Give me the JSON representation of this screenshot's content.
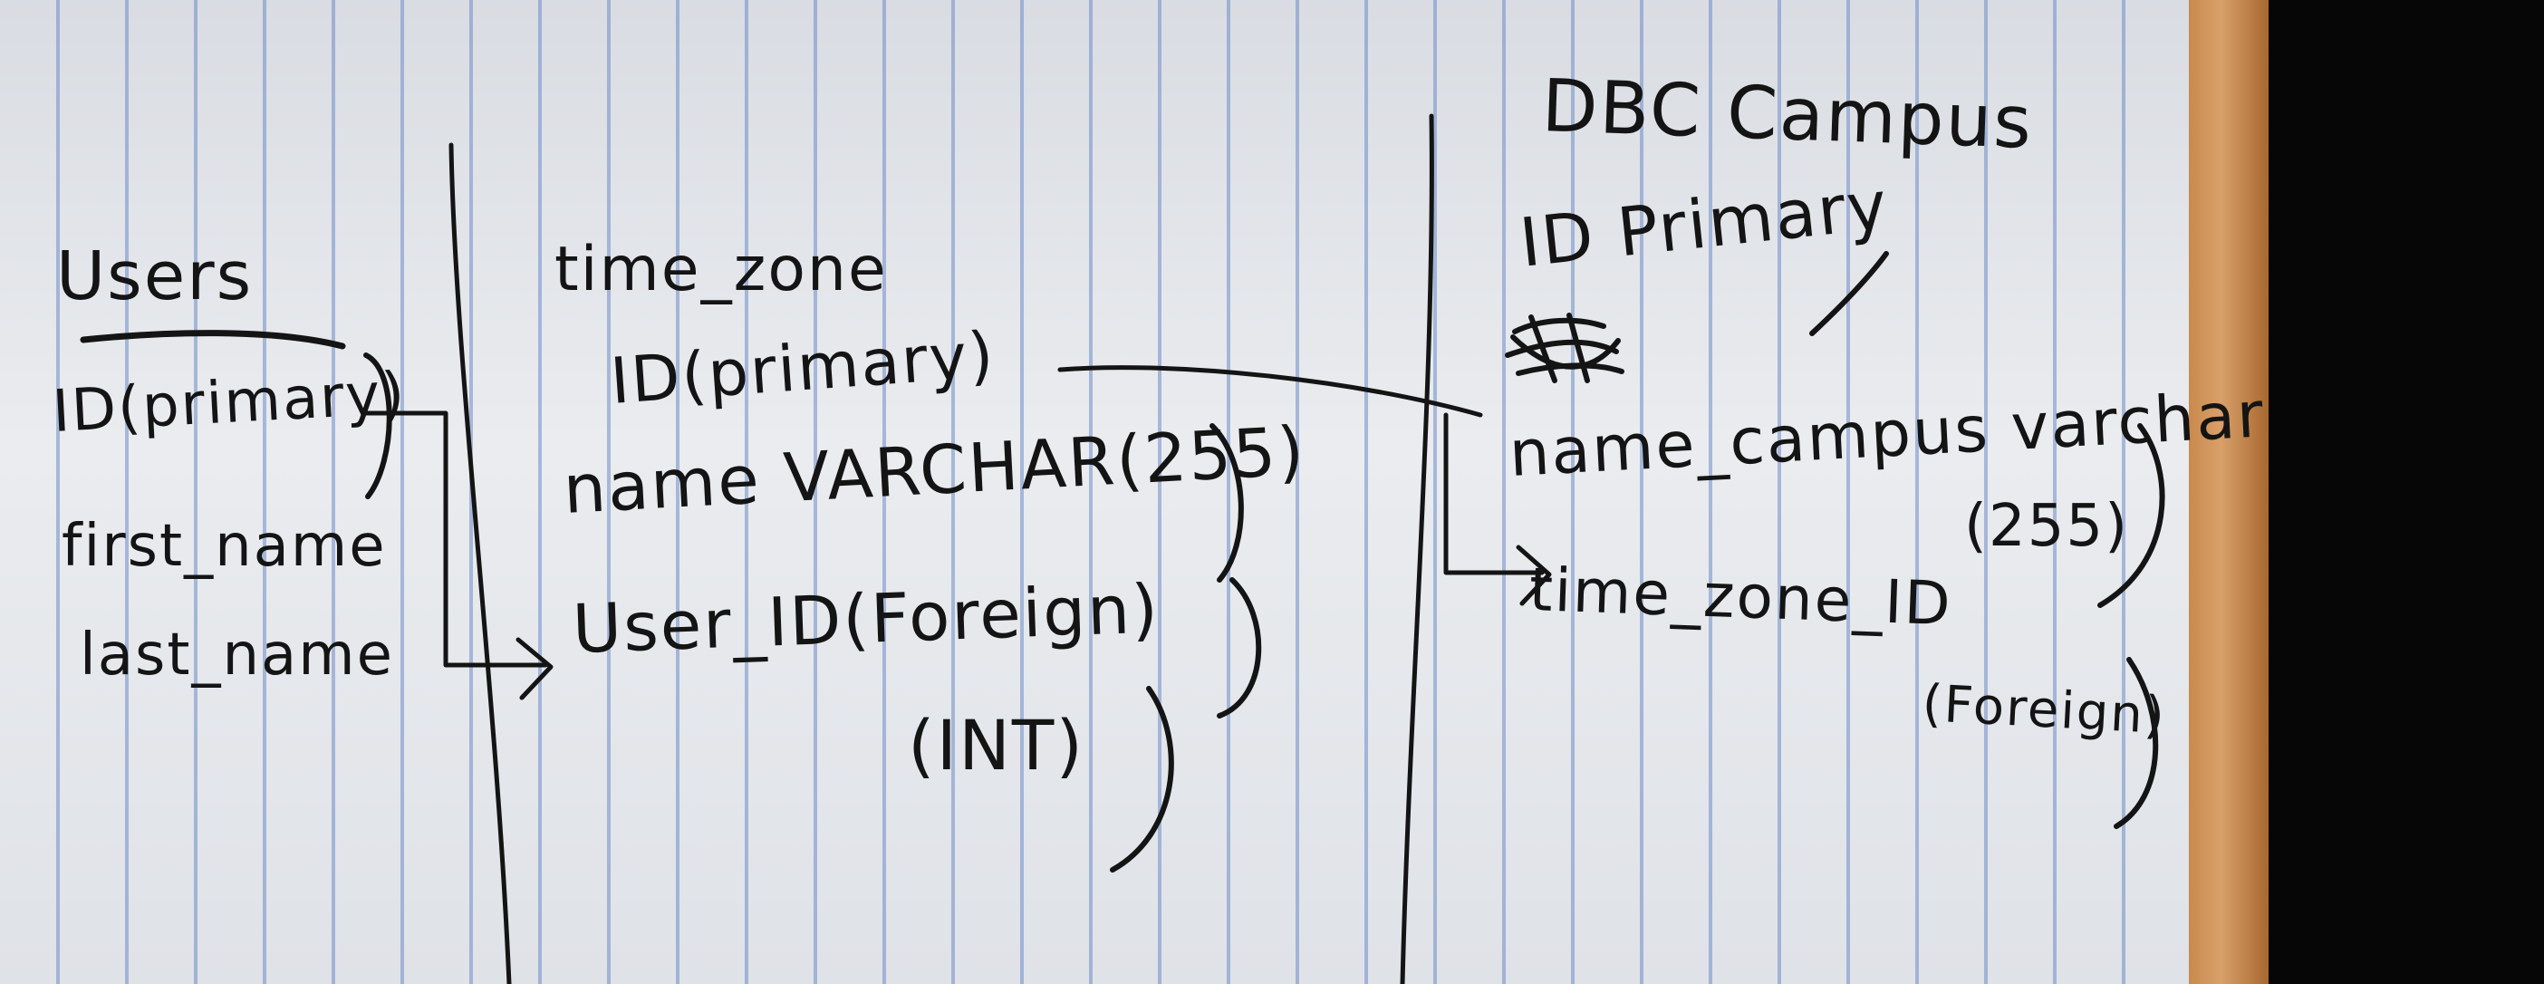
{
  "tables": [
    {
      "title": "Users",
      "fields": [
        "ID(primary)",
        "first_name",
        "last_name"
      ]
    },
    {
      "title": "time_zone",
      "fields": [
        "ID(primary)",
        "name VARCHAR(255)",
        "User_ID(Foreign)",
        "(INT)"
      ]
    },
    {
      "title": "DBC Campus",
      "fields": [
        "ID Primary",
        "name_campus varchar",
        "(255)",
        "time_zone_ID",
        "(Foreign)"
      ]
    }
  ],
  "colors": {
    "ink": "#141414",
    "paper": "#e4e6ea",
    "rule_lines": "#6e8cc8",
    "background": "#060606",
    "wood_edge": "#c98a4c"
  }
}
